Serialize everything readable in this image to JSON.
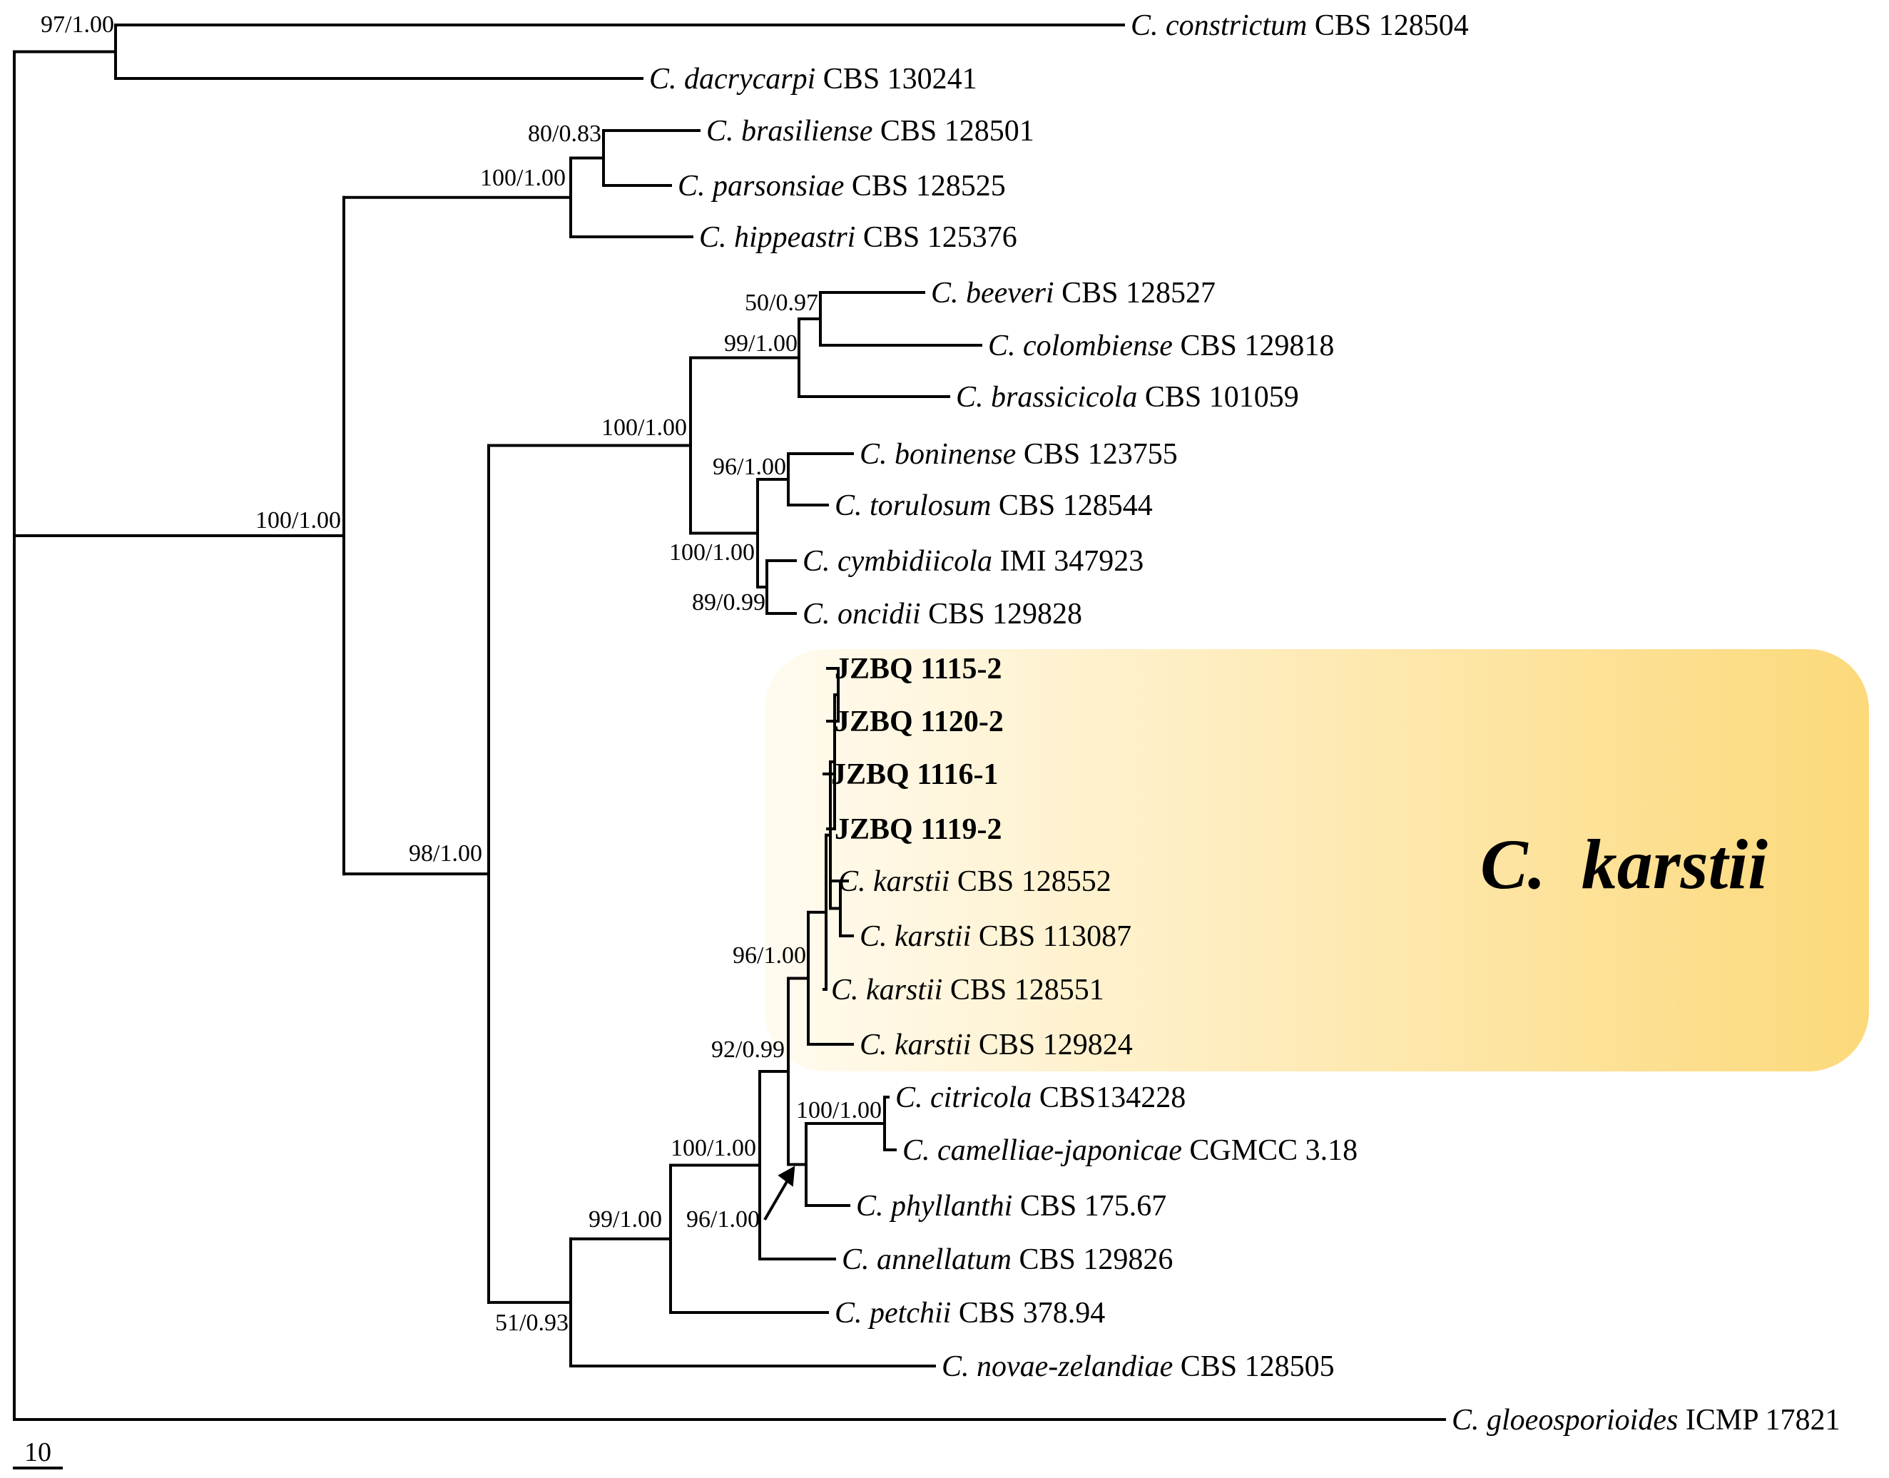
{
  "highlight": {
    "label": "C.  karstii",
    "gradient_start": "#fffbf0",
    "gradient_end": "#fcd97a"
  },
  "scale_bar": {
    "label": "10"
  },
  "taxa": [
    {
      "id": "constrictum",
      "italic": "C. constrictum",
      "rest": " CBS 128504",
      "bold": false
    },
    {
      "id": "dacrycarpi",
      "italic": "C. dacrycarpi",
      "rest": " CBS 130241",
      "bold": false
    },
    {
      "id": "brasiliense",
      "italic": "C. brasiliense",
      "rest": " CBS 128501",
      "bold": false
    },
    {
      "id": "parsonsiae",
      "italic": "C. parsonsiae",
      "rest": " CBS 128525",
      "bold": false
    },
    {
      "id": "hippeastri",
      "italic": "C. hippeastri",
      "rest": " CBS 125376",
      "bold": false
    },
    {
      "id": "beeveri",
      "italic": "C. beeveri",
      "rest": " CBS 128527",
      "bold": false
    },
    {
      "id": "colombiense",
      "italic": "C. colombiense",
      "rest": " CBS 129818",
      "bold": false
    },
    {
      "id": "brassicicola",
      "italic": "C. brassicicola",
      "rest": " CBS 101059",
      "bold": false
    },
    {
      "id": "boninense",
      "italic": "C. boninense",
      "rest": " CBS 123755",
      "bold": false
    },
    {
      "id": "torulosum",
      "italic": "C. torulosum",
      "rest": " CBS 128544",
      "bold": false
    },
    {
      "id": "cymbidiicola",
      "italic": "C. cymbidiicola",
      "rest": " IMI 347923",
      "bold": false
    },
    {
      "id": "oncidii",
      "italic": "C. oncidii",
      "rest": " CBS 129828",
      "bold": false
    },
    {
      "id": "jz1115",
      "italic": "",
      "rest": "JZBQ 1115-2",
      "bold": true
    },
    {
      "id": "jz1120",
      "italic": "",
      "rest": "JZBQ 1120-2",
      "bold": true
    },
    {
      "id": "jz1116",
      "italic": "",
      "rest": "JZBQ 1116-1",
      "bold": true
    },
    {
      "id": "jz1119",
      "italic": "",
      "rest": "JZBQ 1119-2",
      "bold": true
    },
    {
      "id": "karstii552",
      "italic": "C. karstii",
      "rest": " CBS 128552",
      "bold": false
    },
    {
      "id": "karstii087",
      "italic": "C. karstii",
      "rest": " CBS 113087",
      "bold": false
    },
    {
      "id": "karstii551",
      "italic": "C. karstii",
      "rest": " CBS 128551",
      "bold": false
    },
    {
      "id": "karstii824",
      "italic": "C. karstii",
      "rest": " CBS 129824",
      "bold": false
    },
    {
      "id": "citricola",
      "italic": "C. citricola",
      "rest": " CBS134228",
      "bold": false
    },
    {
      "id": "camelliae",
      "italic": "C. camelliae-japonicae",
      "rest": " CGMCC 3.18",
      "bold": false
    },
    {
      "id": "phyllanthi",
      "italic": "C. phyllanthi",
      "rest": " CBS 175.67",
      "bold": false
    },
    {
      "id": "annellatum",
      "italic": "C. annellatum",
      "rest": " CBS 129826",
      "bold": false
    },
    {
      "id": "petchii",
      "italic": "C. petchii",
      "rest": " CBS 378.94",
      "bold": false
    },
    {
      "id": "novaezel",
      "italic": "C. novae-zelandiae",
      "rest": " CBS 128505",
      "bold": false
    },
    {
      "id": "gloeo",
      "italic": "C. gloeosporioides",
      "rest": " ICMP 17821",
      "bold": false
    }
  ],
  "supports": [
    {
      "id": "n_constr",
      "text": "97/1.00"
    },
    {
      "id": "n_bras",
      "text": "80/0.83"
    },
    {
      "id": "n_braship",
      "text": "100/1.00"
    },
    {
      "id": "n_main",
      "text": "100/1.00"
    },
    {
      "id": "n_beev",
      "text": "50/0.97"
    },
    {
      "id": "n_beevbrass",
      "text": "99/1.00"
    },
    {
      "id": "n_bonclade",
      "text": "100/1.00"
    },
    {
      "id": "n_bon",
      "text": "96/1.00"
    },
    {
      "id": "n_bontor",
      "text": "100/1.00"
    },
    {
      "id": "n_cym",
      "text": "89/0.99"
    },
    {
      "id": "n_98",
      "text": "98/1.00"
    },
    {
      "id": "n_karst",
      "text": "96/1.00"
    },
    {
      "id": "n_92",
      "text": "92/0.99"
    },
    {
      "id": "n_citr",
      "text": "100/1.00"
    },
    {
      "id": "n_100b",
      "text": "100/1.00"
    },
    {
      "id": "n_96b",
      "text": "96/1.00"
    },
    {
      "id": "n_99",
      "text": "99/1.00"
    },
    {
      "id": "n_51",
      "text": "51/0.93"
    }
  ]
}
